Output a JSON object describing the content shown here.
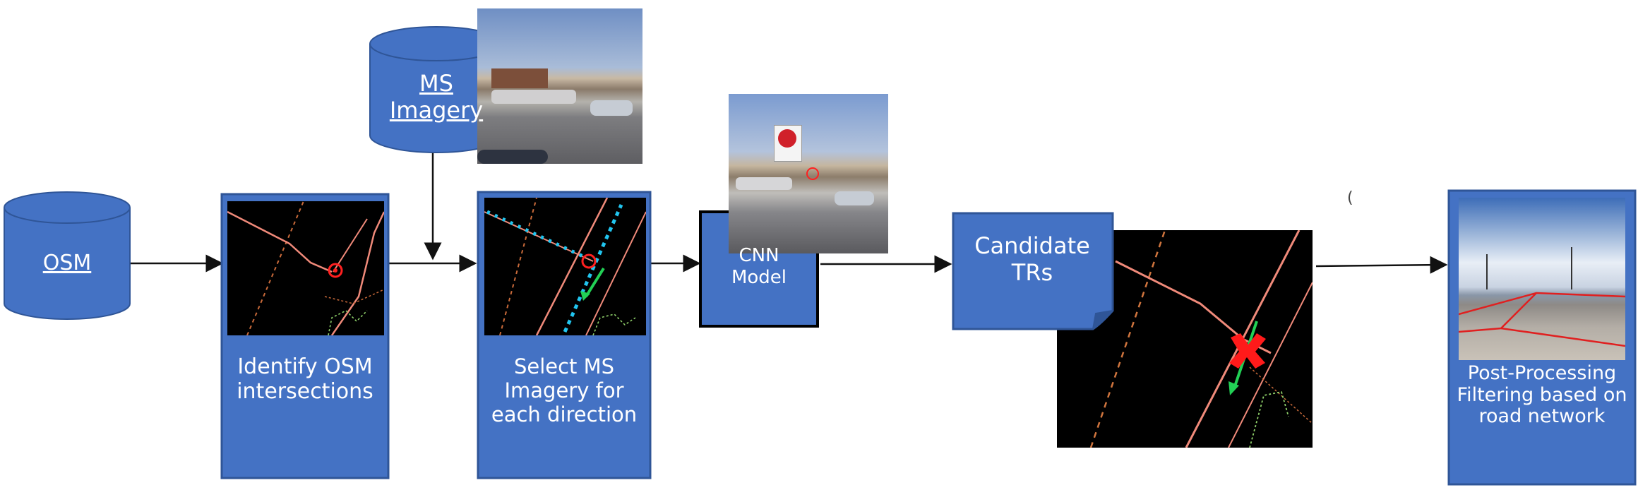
{
  "diagram": {
    "osm_label": "OSM",
    "ms_imagery_label_1": "MS",
    "ms_imagery_label_2": "Imagery",
    "identify_label": "Identify OSM intersections",
    "select_label": "Select MS Imagery for each direction",
    "cnn_label_1": "CNN",
    "cnn_label_2": "Model",
    "candidate_label_1": "Candidate",
    "candidate_label_2": "TRs",
    "postproc_label": "Post-Processing Filtering based on road network",
    "stray_mark": "(",
    "colors": {
      "shape_fill": "#4472c4",
      "shape_stroke": "#2f5597",
      "arrow": "#111111",
      "map_bg": "#000000",
      "road": "#f08a7a",
      "marker": "#ff2020",
      "cyan_points": "#21c5ef",
      "green_arrow": "#22d055"
    }
  }
}
